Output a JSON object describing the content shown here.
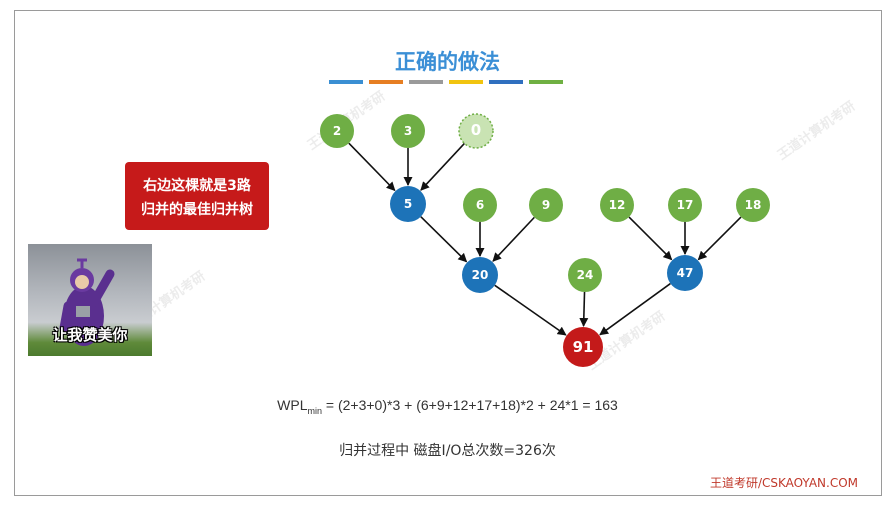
{
  "title": "正确的做法",
  "title_bar_colors": [
    "#3a8fd3",
    "#e67e22",
    "#9a9a9a",
    "#f1c40f",
    "#2f6fbf",
    "#6fb042"
  ],
  "colors": {
    "leaf": "#6fae45",
    "inner": "#1d73b8",
    "root": "#c41a1a",
    "dummy": "#c9e3b3",
    "title": "#3b8fd6",
    "callout": "#c61a1a",
    "brand": "#c0392b"
  },
  "tree": {
    "nodes": [
      {
        "id": "n2",
        "label": "2",
        "kind": "leaf"
      },
      {
        "id": "n3",
        "label": "3",
        "kind": "leaf"
      },
      {
        "id": "n0",
        "label": "0",
        "kind": "dummy"
      },
      {
        "id": "n5",
        "label": "5",
        "kind": "inner"
      },
      {
        "id": "n6",
        "label": "6",
        "kind": "leaf"
      },
      {
        "id": "n9",
        "label": "9",
        "kind": "leaf"
      },
      {
        "id": "n12",
        "label": "12",
        "kind": "leaf"
      },
      {
        "id": "n17",
        "label": "17",
        "kind": "leaf"
      },
      {
        "id": "n18",
        "label": "18",
        "kind": "leaf"
      },
      {
        "id": "n20",
        "label": "20",
        "kind": "inner"
      },
      {
        "id": "n24",
        "label": "24",
        "kind": "leaf"
      },
      {
        "id": "n47",
        "label": "47",
        "kind": "inner"
      },
      {
        "id": "n91",
        "label": "91",
        "kind": "root"
      }
    ],
    "edges": [
      [
        "n2",
        "n5"
      ],
      [
        "n3",
        "n5"
      ],
      [
        "n0",
        "n5"
      ],
      [
        "n5",
        "n20"
      ],
      [
        "n6",
        "n20"
      ],
      [
        "n9",
        "n20"
      ],
      [
        "n12",
        "n47"
      ],
      [
        "n17",
        "n47"
      ],
      [
        "n18",
        "n47"
      ],
      [
        "n20",
        "n91"
      ],
      [
        "n24",
        "n91"
      ],
      [
        "n47",
        "n91"
      ]
    ]
  },
  "callout": {
    "line1": "右边这棵就是3路",
    "line2": "归并的最佳归并树"
  },
  "meme_caption": "让我赞美你",
  "formula": {
    "lhs": "WPL",
    "sub": "min",
    "rhs": " = (2+3+0)*3 + (6+9+12+17+18)*2 + 24*1 = 163"
  },
  "note": "归并过程中 磁盘I/O总次数=326次",
  "brand": "王道考研/CSKAOYAN.COM",
  "watermark": "王道计算机考研"
}
